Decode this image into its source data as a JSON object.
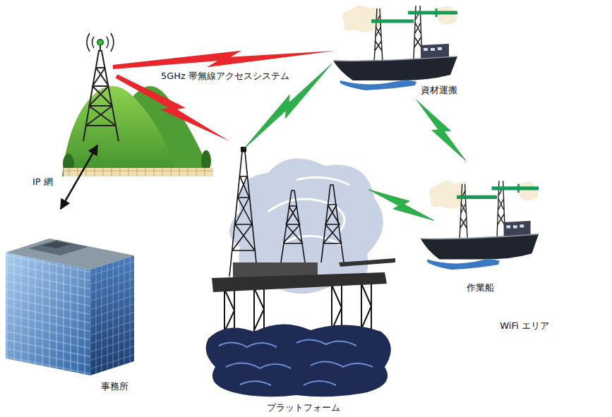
{
  "diagram": {
    "nodes": [
      {
        "text": [
          "WiFi エリア"
        ]
      },
      {
        "text": [
          "資材運搬"
        ],
        "in": 0
      },
      {
        "text": [
          "プラットフォーム"
        ],
        "in": 0
      },
      {
        "text": [
          "作業船"
        ],
        "in": 0
      },
      {
        "text": [
          "事務所"
        ]
      }
    ],
    "edges": [
      {
        "from": 1,
        "to": 2,
        "arrow": "none"
      },
      {
        "from": 1,
        "to": 3,
        "arrow": "none"
      },
      {
        "from": 2,
        "to": 3,
        "arrow": "none"
      }
    ],
    "labels": [
      "5GHz 帯無線アクセスシステム",
      "IP 網"
    ]
  }
}
